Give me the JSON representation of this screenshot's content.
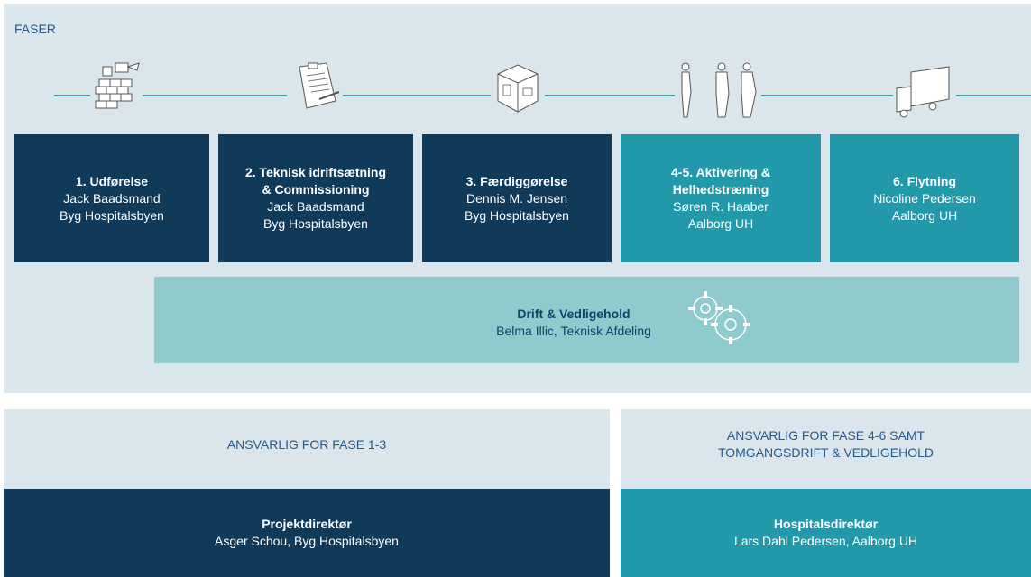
{
  "header": {
    "label": "FASER"
  },
  "phases": [
    {
      "title": "1. Udførelse",
      "person": "Jack Baadsmand",
      "org": "Byg Hospitalsbyen",
      "icon": "construction-icon"
    },
    {
      "title": "2. Teknisk idriftsætning\n& Commissioning",
      "person": "Jack Baadsmand",
      "org": "Byg Hospitalsbyen",
      "icon": "checklist-icon"
    },
    {
      "title": "3. Færdiggørelse",
      "person": "Dennis M. Jensen",
      "org": "Byg Hospitalsbyen",
      "icon": "room-icon"
    },
    {
      "title": "4-5. Aktivering &\nHelhedstræning",
      "person": "Søren R. Haaber",
      "org": "Aalborg UH",
      "icon": "people-icon"
    },
    {
      "title": "6. Flytning",
      "person": "Nicoline Pedersen",
      "org": "Aalborg UH",
      "icon": "truck-icon"
    }
  ],
  "operations": {
    "title": "Drift & Vedligehold",
    "subtitle": "Belma Illic, Teknisk Afdeling",
    "icon": "gears-icon"
  },
  "responsibility": [
    {
      "heading": "ANSVARLIG FOR FASE 1-3",
      "role": "Projektdirektør",
      "person": "Asger Schou, Byg Hospitalsbyen"
    },
    {
      "heading": "ANSVARLIG FOR FASE 4-6 SAMT\nTOMGANGSDRIFT & VEDLIGEHOLD",
      "role": "Hospitalsdirektør",
      "person": "Lars Dahl Pedersen, Aalborg UH"
    }
  ],
  "colors": {
    "dark_navy": "#0f3a5a",
    "teal": "#2199ab",
    "light_teal": "#8fcacd",
    "panel": "#dae6ec",
    "line": "#3aa4ad"
  }
}
